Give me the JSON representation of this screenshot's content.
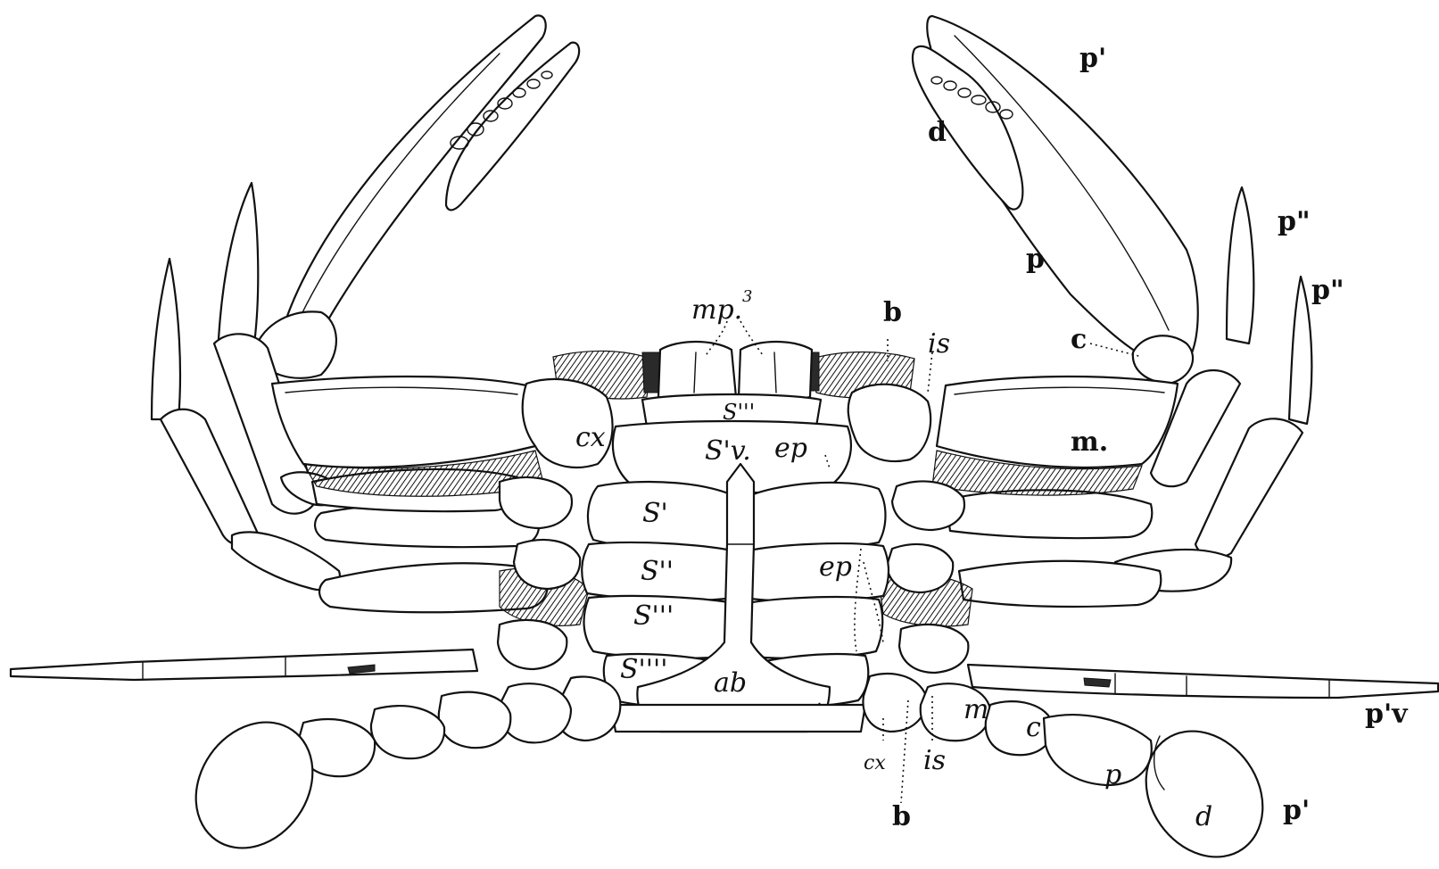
{
  "figure": {
    "labels": {
      "p1": "p'",
      "d_claw": "d",
      "p_claw": "p",
      "p2": "p\"",
      "p3": "p\"",
      "mp3": "mp.",
      "mp3_sup": "3",
      "b_top": "b",
      "is_top": "is",
      "c_top": "c",
      "m_top": "m.",
      "cx_top": "cx",
      "s3": "S'''",
      "s4": "S'v.",
      "ep_top": "ep",
      "s5": "S'",
      "s6": "S''",
      "s7": "S'''",
      "ep_mid": "ep",
      "s8": "S''''",
      "ab": "ab",
      "p4": "p'v",
      "m_bottom": "m",
      "c_bottom": "c",
      "cx_bottom": "cx",
      "is_bottom": "is",
      "p_bottom": "p",
      "b_bottom": "b",
      "d_bottom": "d",
      "p5": "p'"
    }
  }
}
